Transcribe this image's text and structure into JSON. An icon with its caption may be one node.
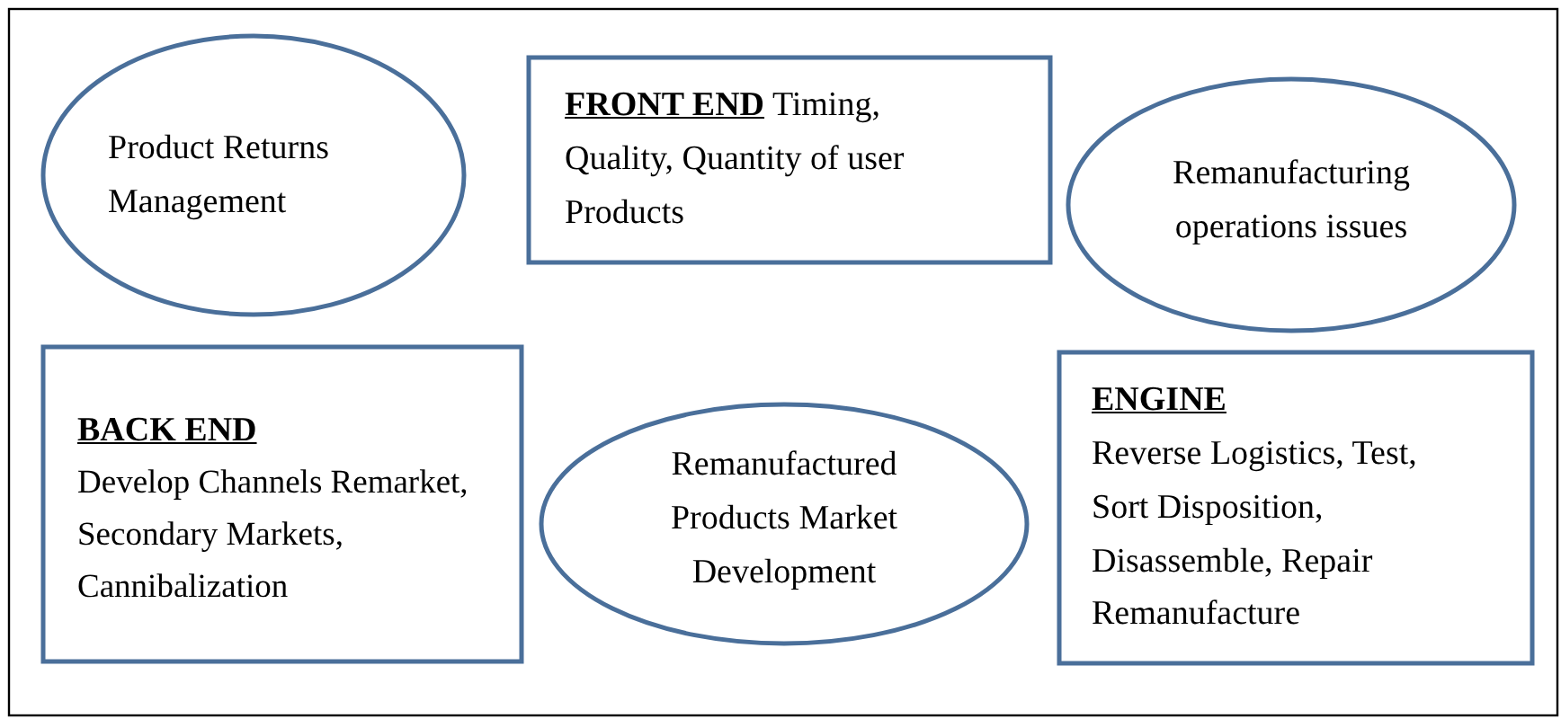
{
  "diagram": {
    "nodes": [
      {
        "text": [
          "Product Returns Management"
        ]
      },
      {
        "text": [
          "**FRONT END** Timing, Quality, Quantity of user Products"
        ]
      },
      {
        "text": [
          "Remanufacturing operations issues"
        ]
      },
      {
        "text": [
          "BACK END",
          "Develop Channels Remarket, Secondary Markets, Cannibalization"
        ]
      },
      {
        "text": [
          "Remanufactured Products Market Development"
        ]
      },
      {
        "text": [
          "ENGINE",
          "Reverse Logistics, Test, Sort Disposition, Disassemble, Repair Remanufacture"
        ]
      }
    ]
  }
}
